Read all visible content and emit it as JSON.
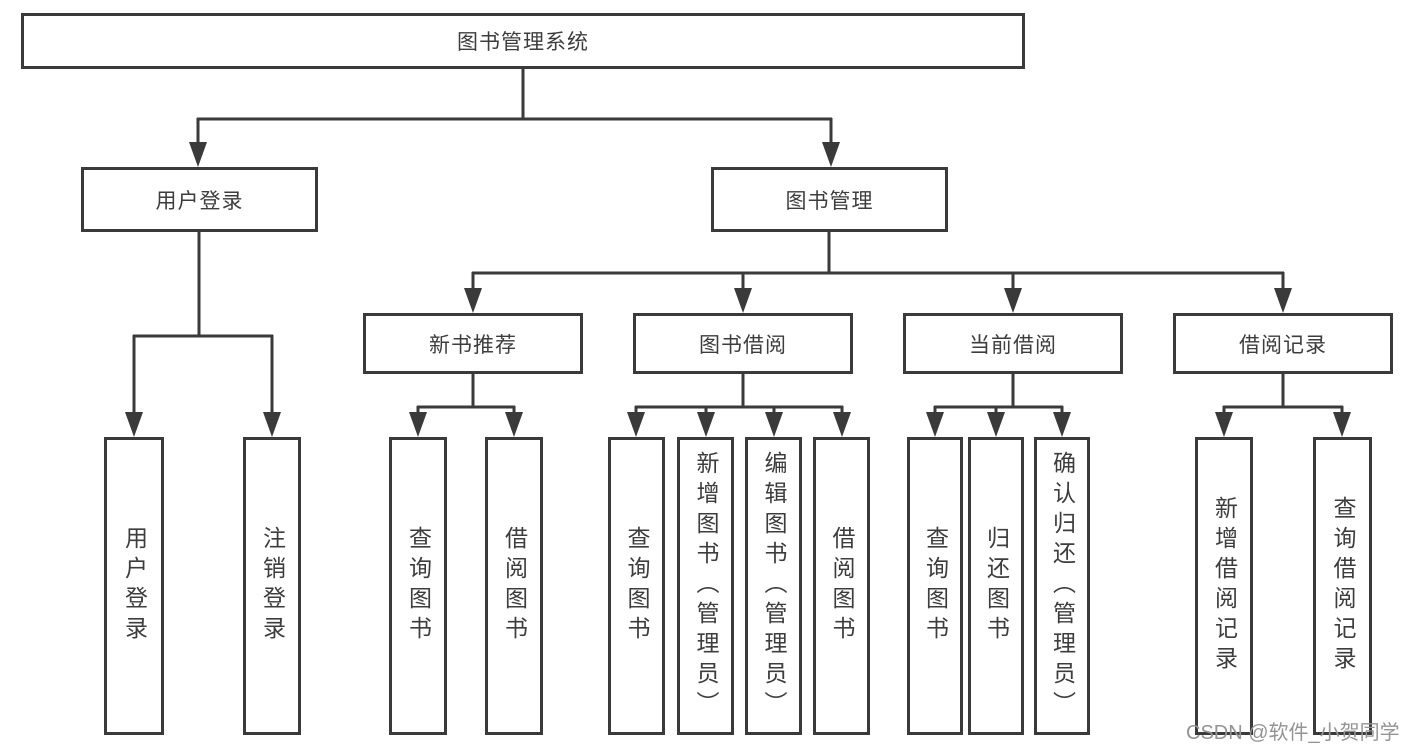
{
  "diagram": {
    "root": {
      "label": "图书管理系统"
    },
    "level2": {
      "user_login": {
        "label": "用户登录"
      },
      "book_mgmt": {
        "label": "图书管理"
      }
    },
    "level3": {
      "new_book_recommend": {
        "label": "新书推荐"
      },
      "book_borrow": {
        "label": "图书借阅"
      },
      "current_borrow": {
        "label": "当前借阅"
      },
      "borrow_record": {
        "label": "借阅记录"
      }
    },
    "leaves": {
      "user_login": [
        {
          "label": "用户登录"
        },
        {
          "label": "注销登录"
        }
      ],
      "new_book_recommend": [
        {
          "label": "查询图书"
        },
        {
          "label": "借阅图书"
        }
      ],
      "book_borrow": [
        {
          "label": "查询图书"
        },
        {
          "label": "新增图书（管理员）"
        },
        {
          "label": "编辑图书（管理员）"
        },
        {
          "label": "借阅图书"
        }
      ],
      "current_borrow": [
        {
          "label": "查询图书"
        },
        {
          "label": "归还图书"
        },
        {
          "label": "确认归还（管理员）"
        }
      ],
      "borrow_record": [
        {
          "label": "新增借阅记录"
        },
        {
          "label": "查询借阅记录"
        }
      ]
    },
    "colors": {
      "line": "#3a3a3a",
      "text": "#3d3d3d",
      "background": "#ffffff",
      "watermark": "#949494"
    }
  },
  "watermark": {
    "label": "CSDN @软件_小贺同学"
  }
}
